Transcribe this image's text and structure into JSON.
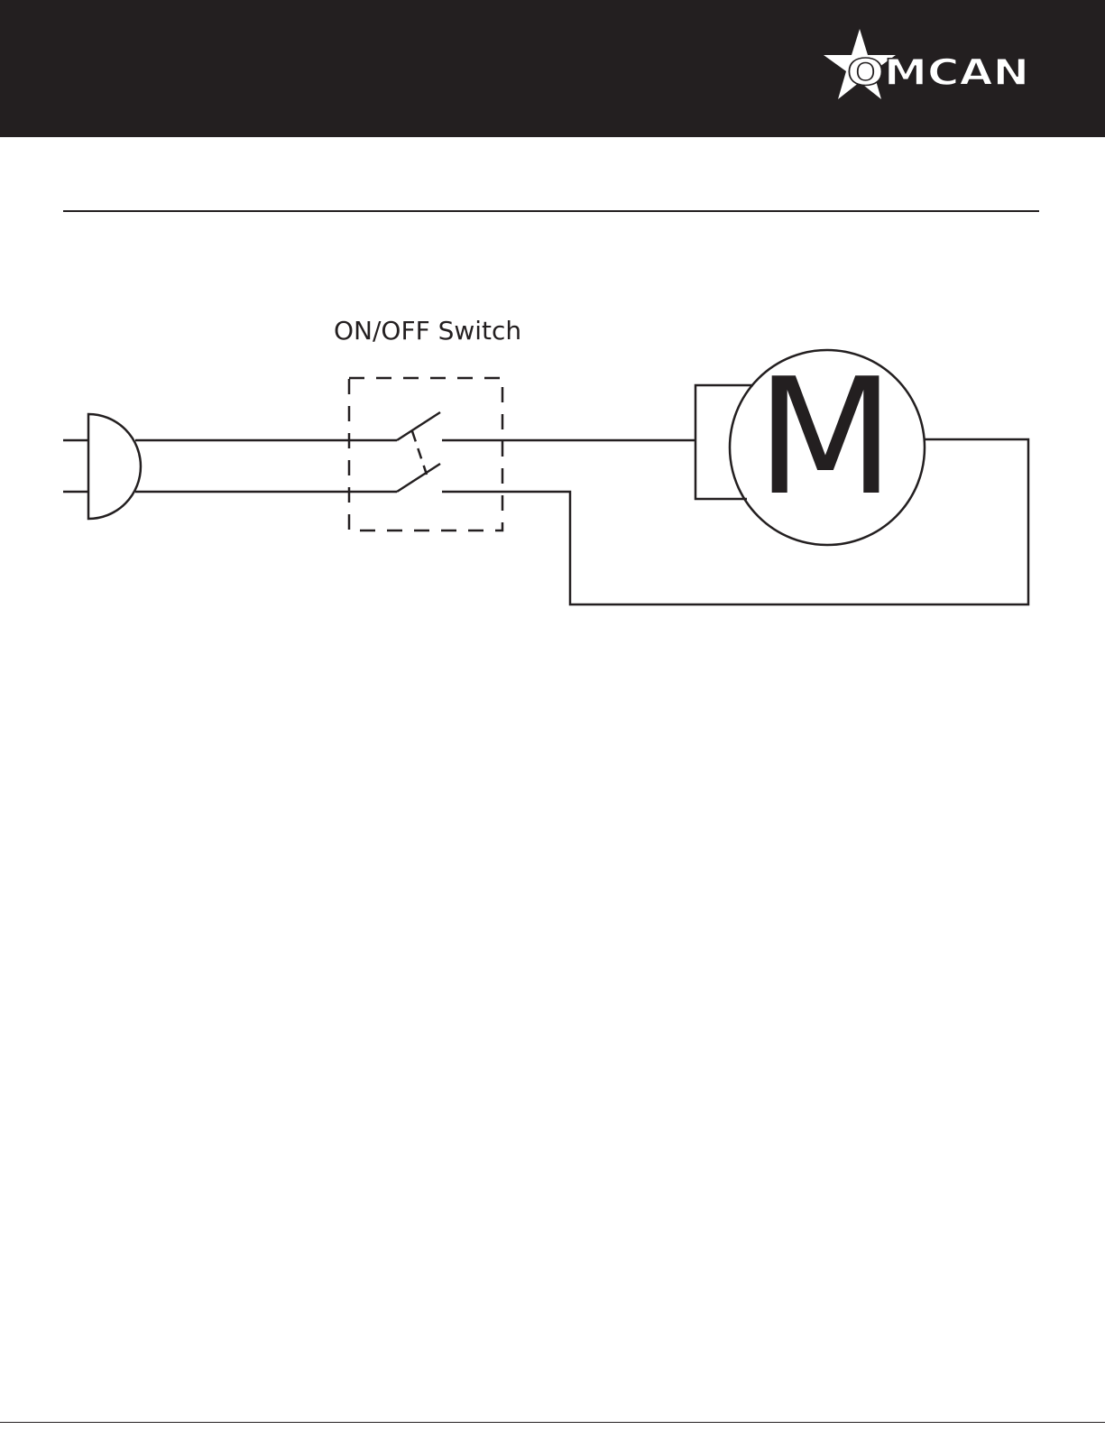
{
  "header": {
    "brand": "OMCAN",
    "band_color": "#231f20",
    "logo_icon": "star-icon"
  },
  "diagram": {
    "switch_label": "ON/OFF Switch",
    "motor_symbol": "M",
    "line_color": "#231f20"
  }
}
